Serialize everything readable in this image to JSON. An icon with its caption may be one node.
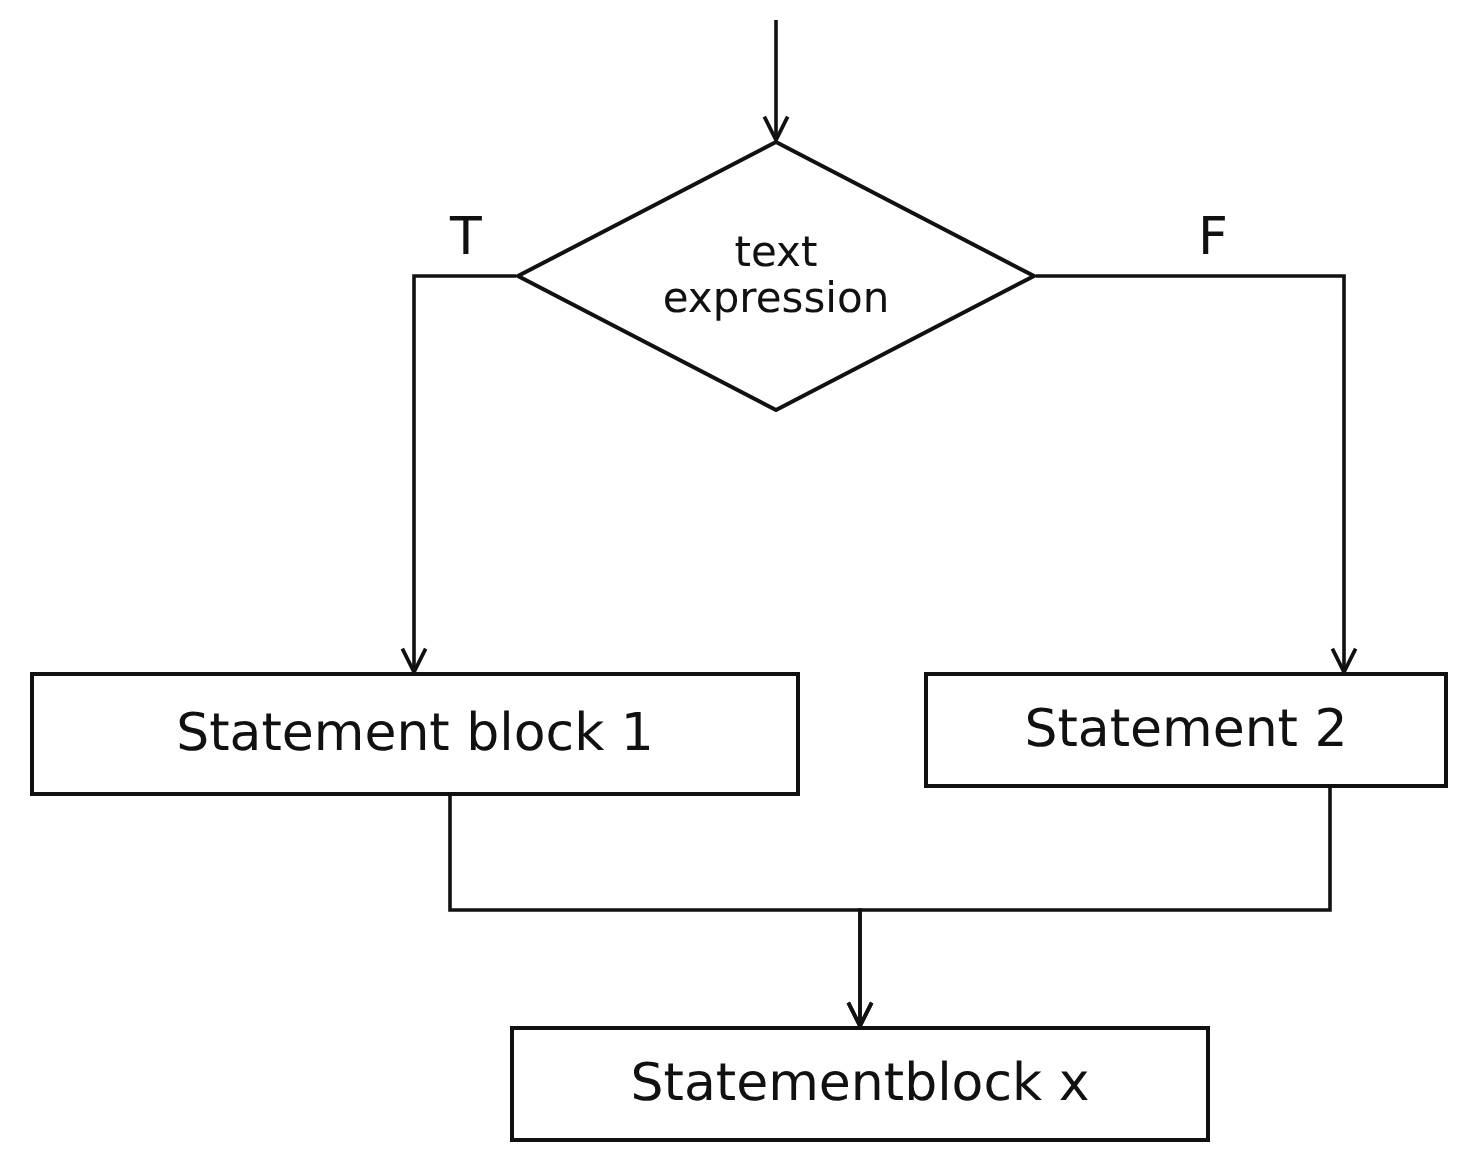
{
  "diagram": {
    "nodes": [
      {
        "text": [
          "text expression"
        ]
      },
      {
        "text": [
          "Statement block 1"
        ]
      },
      {
        "text": [
          "Statement 2"
        ]
      },
      {
        "text": [
          "Statementblock x"
        ]
      }
    ],
    "edges": [
      {
        "from": null,
        "to": 0,
        "arrow": "to"
      },
      {
        "from": 0,
        "to": 1,
        "arrow": "to",
        "label": "T"
      },
      {
        "from": 0,
        "to": 2,
        "arrow": "to",
        "label": "F"
      },
      {
        "from": 1,
        "to": 3,
        "arrow": "to"
      },
      {
        "from": 2,
        "to": 3,
        "arrow": "to"
      }
    ]
  }
}
